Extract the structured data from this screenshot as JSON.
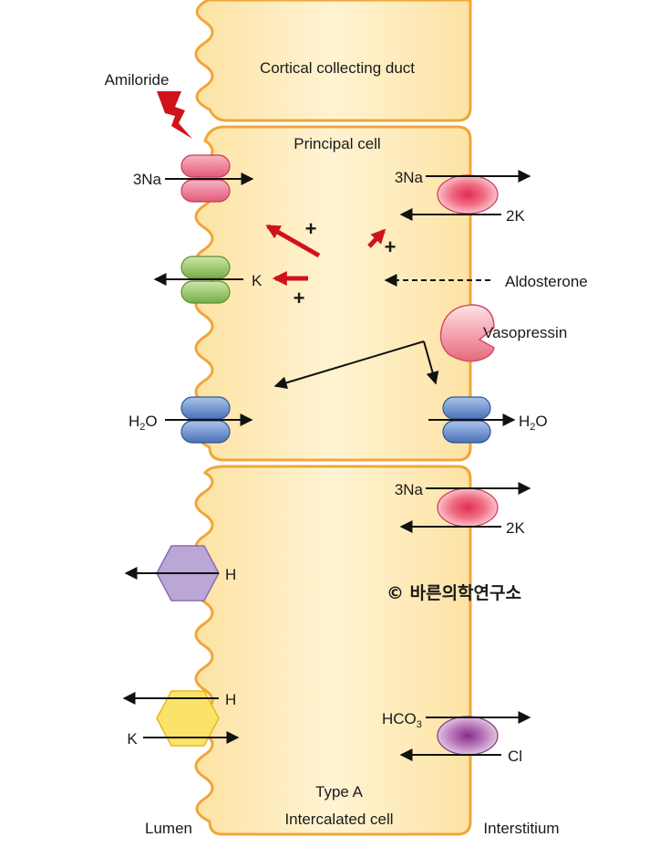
{
  "labels": {
    "duct_title": "Cortical collecting duct",
    "principal_cell": "Principal cell",
    "intercalated_line1": "Type A",
    "intercalated_line2": "Intercalated cell",
    "lumen": "Lumen",
    "interstitium": "Interstitium",
    "amiloride": "Amiloride",
    "aldosterone": "Aldosterone",
    "vasopressin": "Vasopressin",
    "watermark": "© 바른의학연구소"
  },
  "principal": {
    "enac_label": "3Na",
    "romk_label": "K",
    "aqp_lumen_label_main": "H",
    "aqp_lumen_label_sub": "2",
    "aqp_lumen_label_end": "O",
    "aqp_blood_label_main": "H",
    "aqp_blood_label_sub": "2",
    "aqp_blood_label_end": "O",
    "pump_na": "3Na",
    "pump_k": "2K",
    "plus": "+"
  },
  "intercalated": {
    "pump_na": "3Na",
    "pump_k": "2K",
    "h_atpase_label": "H",
    "hk_h_label": "H",
    "hk_k_label": "K",
    "ae_hco3_main": "HCO",
    "ae_hco3_sub": "3",
    "ae_cl": "Cl"
  },
  "colors": {
    "cell_fill": "#fde9b4",
    "cell_border": "#f0a63a",
    "enac": "#e8708a",
    "romk": "#8cc35a",
    "aquaporin": "#5b82c6",
    "na_k_pump": "#e8506a",
    "h_atpase": "#a78bc4",
    "hk_atpase": "#f7d640",
    "ae1": "#9b4f9c",
    "stimulus_arrow": "#d0121b"
  }
}
